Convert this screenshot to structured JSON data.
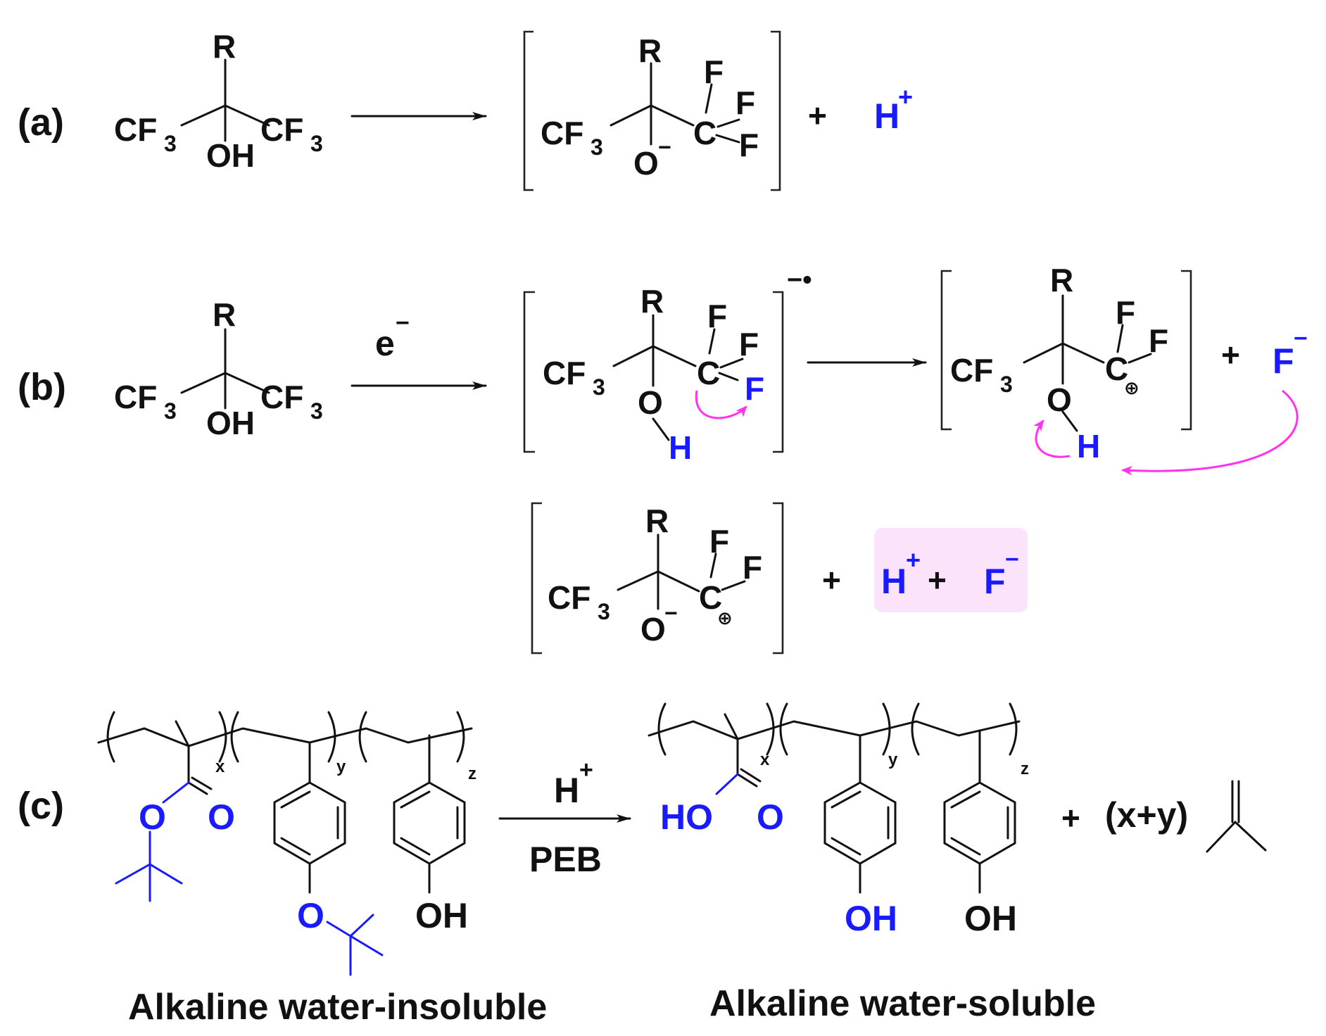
{
  "panels": {
    "a": {
      "label": "(a)"
    },
    "b": {
      "label": "(b)",
      "reagent": "e"
    },
    "c": {
      "label": "(c)",
      "reagent_top": "H",
      "reagent_bottom": "PEB",
      "byproduct_coeff": "(x+y)"
    }
  },
  "atoms": {
    "R": "R",
    "CF": "CF",
    "sub3": "3",
    "OH": "OH",
    "O": "O",
    "C": "C",
    "F": "F",
    "H": "H",
    "HO": "HO",
    "x": "x",
    "y": "y",
    "z": "z"
  },
  "charges": {
    "plus": "+",
    "minus": "−",
    "radical_anion": "−•",
    "cation_circle": "⊕"
  },
  "operators": {
    "plus": "+"
  },
  "captions": {
    "left": "Alkaline water-insoluble",
    "right": "Alkaline water-soluble"
  },
  "colors": {
    "ink": "#111111",
    "highlight_blue": "#1a1aff",
    "arrow_magenta": "#ff33ee",
    "box_pink": "#fbe3fb"
  }
}
